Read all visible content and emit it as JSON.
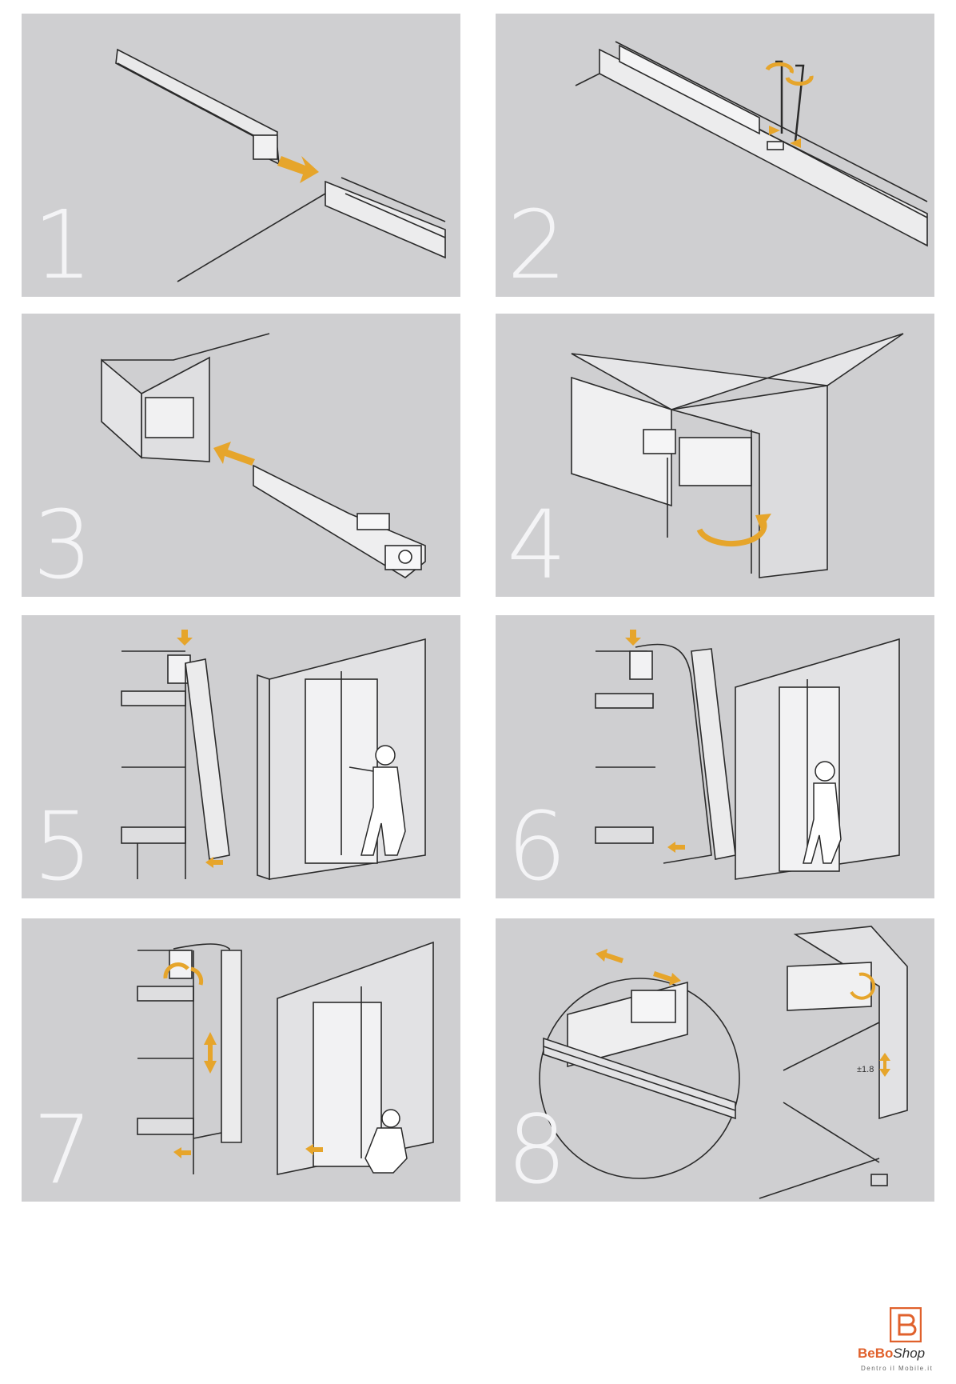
{
  "steps": [
    {
      "number": "1"
    },
    {
      "number": "2"
    },
    {
      "number": "3"
    },
    {
      "number": "4"
    },
    {
      "number": "5"
    },
    {
      "number": "6"
    },
    {
      "number": "7"
    },
    {
      "number": "8",
      "dimension_label": "±1.8"
    }
  ],
  "logo": {
    "brand_primary": "BeBo",
    "brand_secondary": "Shop",
    "tagline": "Dentro il Mobile.it"
  },
  "colors": {
    "panel_bg": "#cfcfd1",
    "step_number": "#f4f4f6",
    "arrow": "#e6a52b",
    "line": "#2a2a2a",
    "brand": "#e0612c"
  },
  "icons": [
    "arrow-right-icon",
    "arrow-left-icon",
    "rotate-icon",
    "double-arrow-icon",
    "allen-key-icon",
    "person-icon"
  ]
}
